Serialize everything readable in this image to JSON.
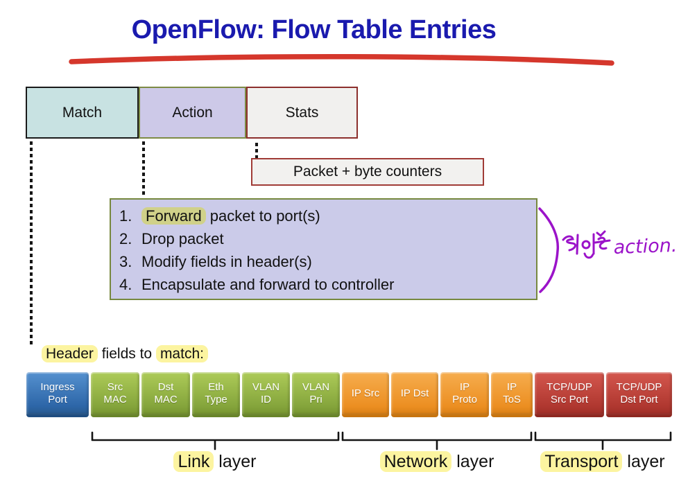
{
  "title": "OpenFlow: Flow Table Entries",
  "flow_table": {
    "columns": [
      {
        "label": "Match"
      },
      {
        "label": "Action"
      },
      {
        "label": "Stats"
      }
    ]
  },
  "stats_callout": {
    "label": "Packet + byte counters"
  },
  "action_list": {
    "items": [
      {
        "number": "1.",
        "highlighted": "Forward",
        "text": " packet to port(s)"
      },
      {
        "number": "2.",
        "highlighted": "",
        "text": "Drop packet"
      },
      {
        "number": "3.",
        "highlighted": "",
        "text": "Modify fields in header(s)"
      },
      {
        "number": "4.",
        "highlighted": "",
        "text": "Encapsulate and forward to controller"
      }
    ]
  },
  "annotation": {
    "style": "handwritten-purple",
    "text": "action.",
    "color": "#9b13c9"
  },
  "header_fields": {
    "heading": {
      "hl1": "Header",
      "mid": " fields to ",
      "hl2": "match:"
    },
    "fields": [
      {
        "line1": "Ingress",
        "line2": "Port",
        "group": "ingress"
      },
      {
        "line1": "Src",
        "line2": "MAC",
        "group": "link"
      },
      {
        "line1": "Dst",
        "line2": "MAC",
        "group": "link"
      },
      {
        "line1": "Eth",
        "line2": "Type",
        "group": "link"
      },
      {
        "line1": "VLAN",
        "line2": "ID",
        "group": "link"
      },
      {
        "line1": "VLAN",
        "line2": "Pri",
        "group": "link"
      },
      {
        "line1": "IP Src",
        "line2": "",
        "group": "network"
      },
      {
        "line1": "IP Dst",
        "line2": "",
        "group": "network"
      },
      {
        "line1": "IP",
        "line2": "Proto",
        "group": "network"
      },
      {
        "line1": "IP",
        "line2": "ToS",
        "group": "network"
      },
      {
        "line1": "TCP/UDP",
        "line2": "Src Port",
        "group": "transport"
      },
      {
        "line1": "TCP/UDP",
        "line2": "Dst Port",
        "group": "transport"
      }
    ],
    "layers": [
      {
        "highlighted": "Link",
        "rest": " layer"
      },
      {
        "highlighted": "Network",
        "rest": " layer"
      },
      {
        "highlighted": "Transport",
        "rest": " layer"
      }
    ]
  },
  "palette": {
    "title_blue": "#1a1aae",
    "underline_red": "#d5372c",
    "match_fill": "#c8e2e2",
    "action_fill": "#cdc9e8",
    "stats_fill": "#f1f0ee",
    "stats_border": "#8c2f2c",
    "list_border_olive": "#76883e",
    "highlight_yellow": "#fcf4a0",
    "highlight_olive": "#d0d189",
    "ingress_blue": "#2d66a8",
    "link_green": "#85a53c",
    "network_orange": "#ec8f22",
    "transport_red": "#b03830",
    "annotation_purple": "#9b13c9"
  }
}
